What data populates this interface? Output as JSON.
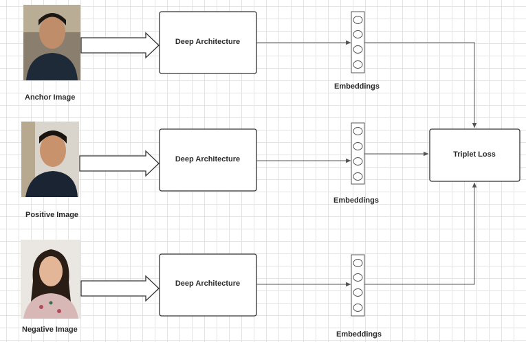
{
  "inputs": [
    {
      "label": "Anchor Image",
      "photo": "person-photo-male"
    },
    {
      "label": "Positive Image",
      "photo": "person-photo-male"
    },
    {
      "label": "Negative Image",
      "photo": "person-photo-female"
    }
  ],
  "model_label": "Deep Architecture",
  "embedding_label": "Embeddings",
  "loss_label": "Triplet Loss",
  "colors": {
    "stroke": "#555555",
    "grid": "#e3e3e3",
    "text": "#2a2a2a"
  }
}
